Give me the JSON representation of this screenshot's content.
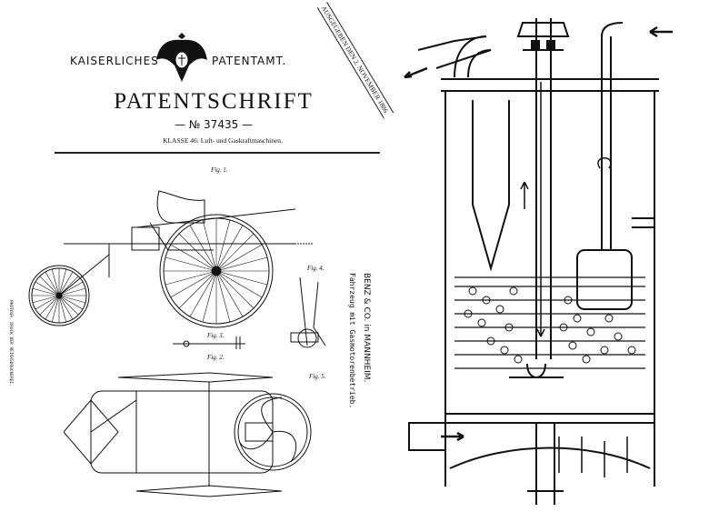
{
  "header": {
    "office_left": "KAISERLICHES",
    "office_right": "PATENTAMT.",
    "title": "PATENTSCHRIFT",
    "number": "— № 37435 —",
    "klasse": "KLASSE 46: Luft- und Gaskraftmaschinen.",
    "stamp": "AUSGEGEBEN DEN 2. NOVEMBER 1886."
  },
  "side_text": {
    "applicant": "BENZ & CO. in MANNHEIM.",
    "subject": "Fahrzeug mit Gasmotorenbetrieb.",
    "printer": "PHOTOGR. DRUCK DER REICHSDRUCKEREI."
  },
  "figures": [
    "Fig. 1.",
    "Fig. 2.",
    "Fig. 3.",
    "Fig. 4.",
    "Fig. 5."
  ]
}
